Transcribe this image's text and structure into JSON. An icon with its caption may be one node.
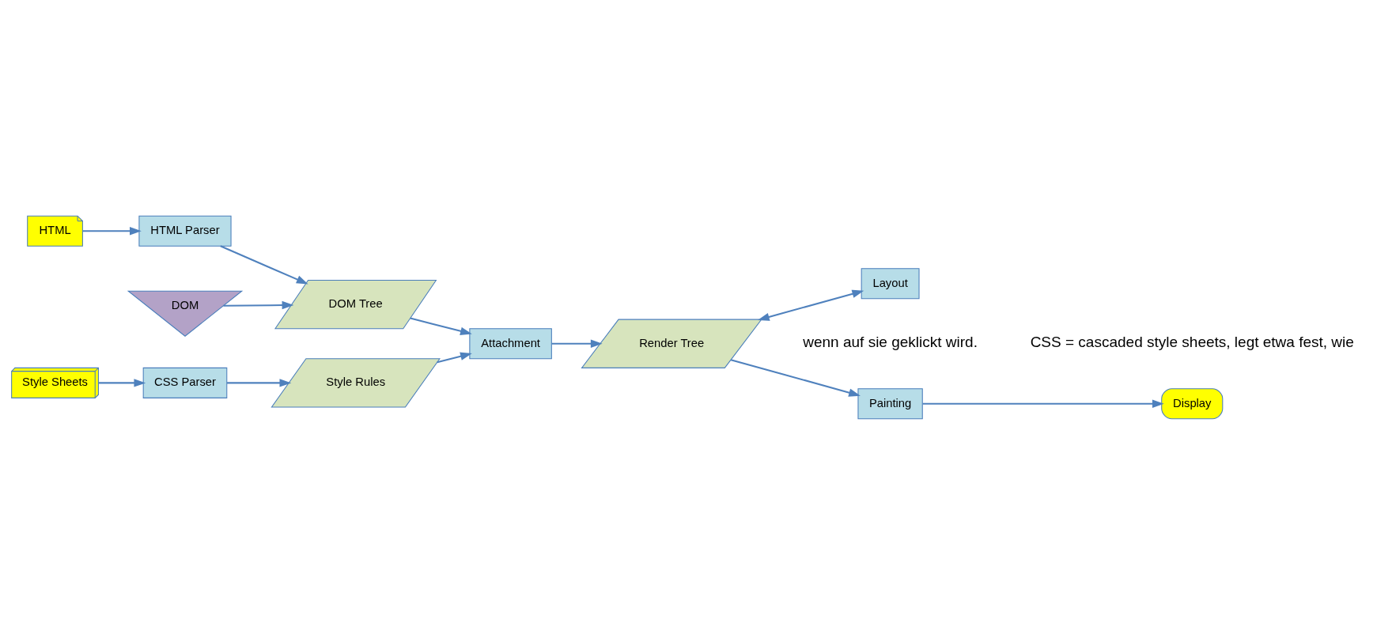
{
  "diagram": {
    "nodes": [
      {
        "text": [
          "DOM"
        ]
      },
      {
        "text": [
          "HTML"
        ]
      },
      {
        "text": [
          "HTML Parser"
        ]
      },
      {
        "text": [
          "DOM Tree"
        ]
      },
      {
        "text": [
          "Layout"
        ]
      },
      {
        "text": [
          "Attachment"
        ]
      },
      {
        "text": [
          "Render Tree"
        ]
      },
      {
        "text": [
          "Painting"
        ]
      },
      {
        "text": [
          "Display"
        ]
      },
      {
        "text": [
          "Style Sheets"
        ]
      },
      {
        "text": [
          "CSS Parser"
        ]
      },
      {
        "text": [
          "Style Rules"
        ]
      }
    ],
    "edges": [
      {
        "from": 0,
        "to": 3,
        "arrow": "to"
      },
      {
        "from": 1,
        "to": 2,
        "arrow": "to"
      },
      {
        "from": 2,
        "to": 3,
        "arrow": "to"
      },
      {
        "from": 3,
        "to": 5,
        "arrow": "to"
      },
      {
        "from": 6,
        "to": 4,
        "arrow": "both"
      },
      {
        "from": 5,
        "to": 6,
        "arrow": "to"
      },
      {
        "from": 6,
        "to": 7,
        "arrow": "to"
      },
      {
        "from": 7,
        "to": 8,
        "arrow": "to"
      },
      {
        "from": 9,
        "to": 10,
        "arrow": "to"
      },
      {
        "from": 10,
        "to": 11,
        "arrow": "to"
      },
      {
        "from": 11,
        "to": 5,
        "arrow": "to"
      }
    ],
    "labels": [
      "wenn auf sie geklickt wird.",
      "CSS = cascaded style sheets, legt etwa fest, wie"
    ]
  }
}
